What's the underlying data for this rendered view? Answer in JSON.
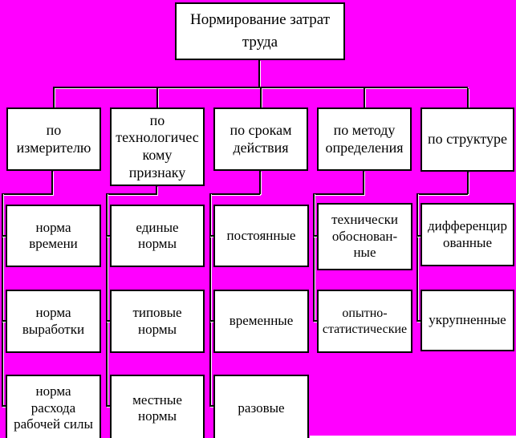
{
  "colors": {
    "background": "#FF00FF",
    "box_fill": "#FFFFFF",
    "box_border": "#000000",
    "text": "#000000",
    "connector": "#000000"
  },
  "diagram": {
    "type": "hierarchy-flowchart",
    "root": {
      "label": "Нормирование затрат\nтруда"
    },
    "columns": [
      {
        "header": "по\nизмерителю",
        "children": [
          "норма\nвремени",
          "норма\nвыработки",
          "норма\nрасхода\nрабочей силы"
        ]
      },
      {
        "header": "по\nтехнологичес\nкому\nпризнаку",
        "children": [
          "единые\nнормы",
          "типовые\nнормы",
          "местные\nнормы"
        ]
      },
      {
        "header": "по срокам\nдействия",
        "children": [
          "постоянные",
          "временные",
          "разовые"
        ]
      },
      {
        "header": "по методу\nопределения",
        "children": [
          "технически\nобоснован-\nные",
          "опытно-\nстатистические"
        ]
      },
      {
        "header": "по структуре",
        "children": [
          "дифференцир\nованные",
          "укрупненные"
        ]
      }
    ]
  }
}
